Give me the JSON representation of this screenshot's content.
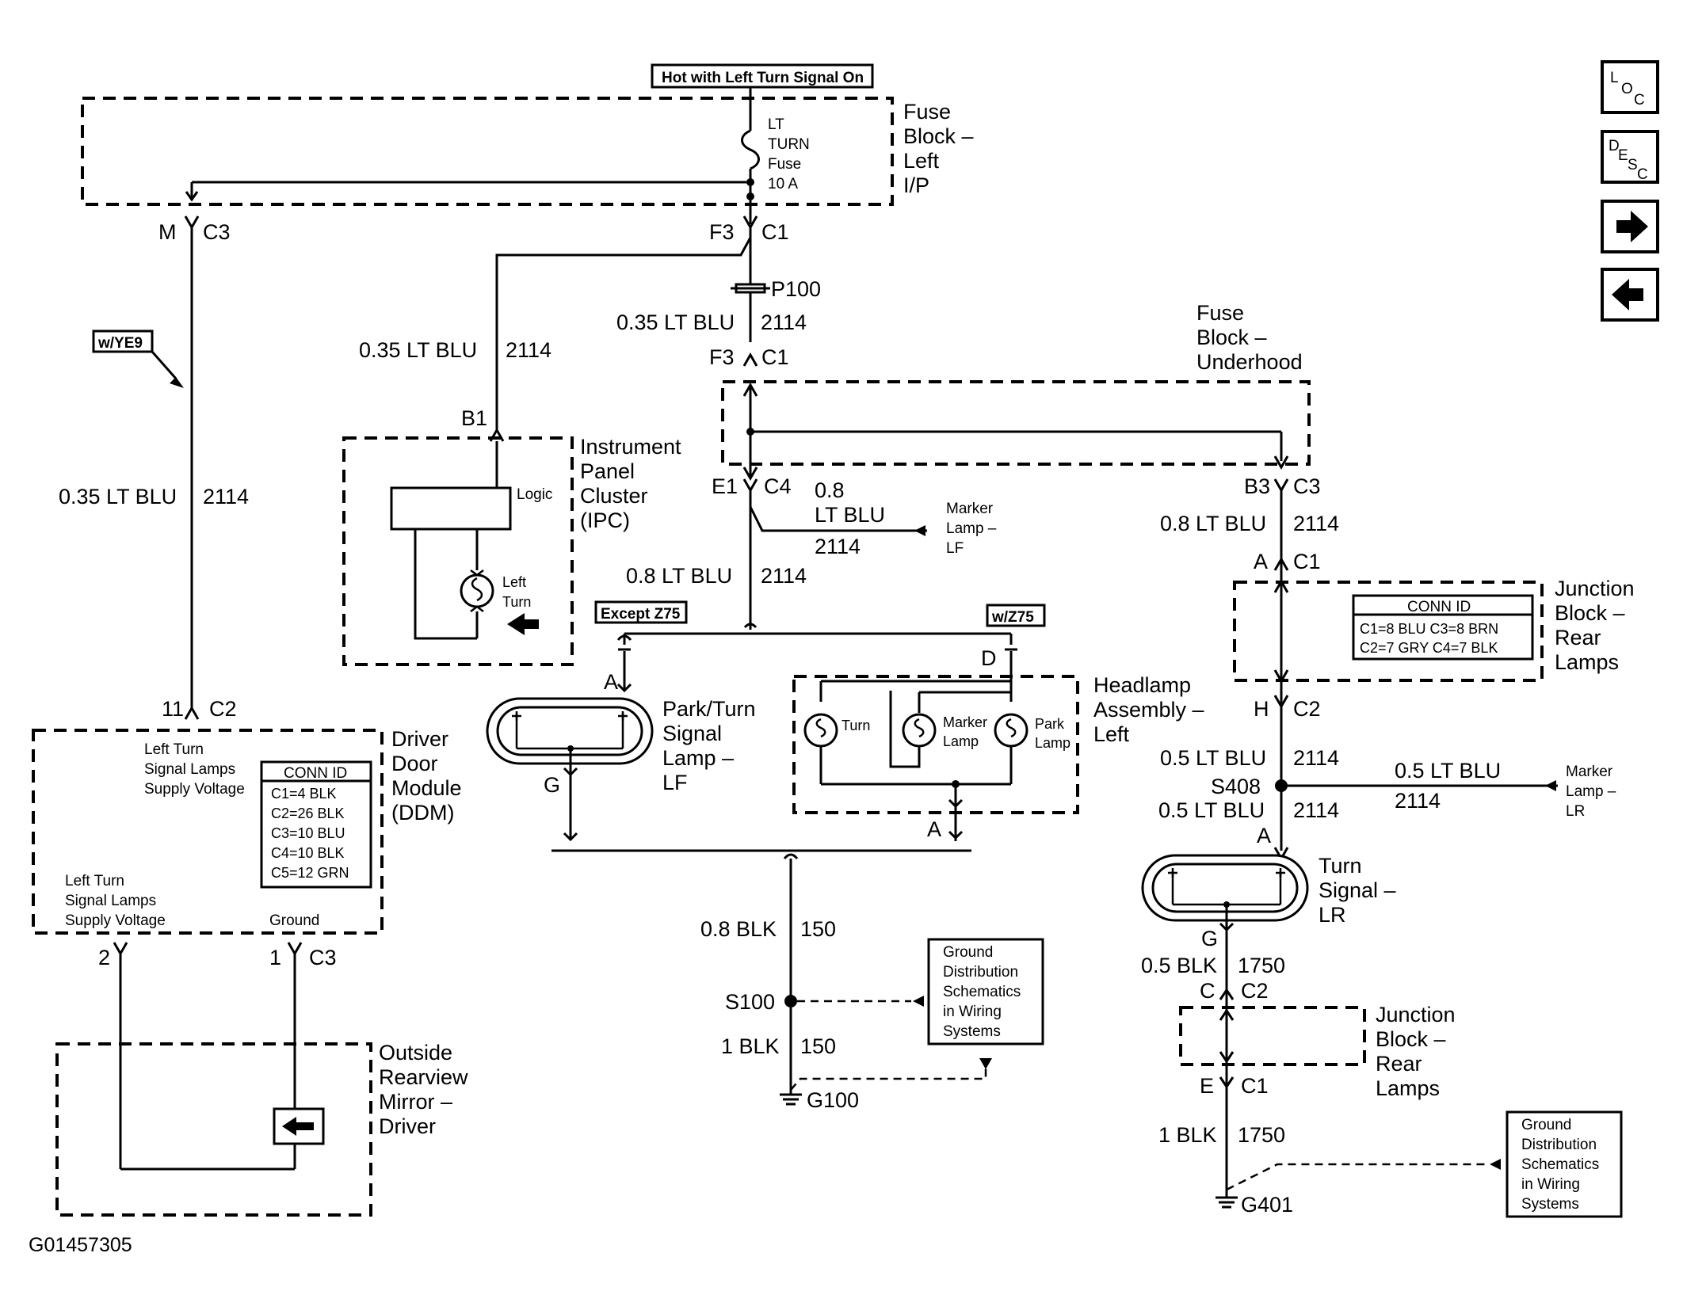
{
  "labels": {
    "hot_note": "Hot with Left Turn Signal On",
    "fuse_block_lip": [
      "Fuse",
      "Block –",
      "Left",
      "I/P"
    ],
    "lt_turn_fuse": [
      "LT",
      "TURN",
      "Fuse",
      "10 A"
    ],
    "conn_m": "M",
    "conn_c3_a": "C3",
    "conn_f3_a": "F3",
    "conn_c1_a": "C1",
    "splice_p100": "P100",
    "wire_035_top_mid": "0.35 LT BLU",
    "wire_2114_top_mid": "2114",
    "conn_f3_b": "F3",
    "conn_c1_b": "C1",
    "fuse_block_underhood": [
      "Fuse",
      "Block –",
      "Underhood"
    ],
    "wire_035_ipc": "0.35 LT BLU",
    "wire_2114_ipc": "2114",
    "conn_b1": "B1",
    "ipc_title": [
      "Instrument",
      "Panel",
      "Cluster",
      "(IPC)"
    ],
    "ipc_logic": "Logic",
    "ipc_left_turn": [
      "Left",
      "Turn"
    ],
    "option_ye9": "w/YE9",
    "wire_035_left": "0.35 LT BLU",
    "wire_2114_left": "2114",
    "conn_e1": "E1",
    "conn_c4": "C4",
    "wire_08_lf_gauge": "0.8",
    "wire_08_lf_color": "LT BLU",
    "wire_08_lf_circuit": "2114",
    "marker_lamp_lf": [
      "Marker",
      "Lamp –",
      "LF"
    ],
    "conn_b3": "B3",
    "conn_c3_b": "C3",
    "wire_08_right": "0.8 LT BLU",
    "wire_2114_right": "2114",
    "conn_a_c1": "A",
    "conn_c1_c": "C1",
    "wire_08_mid": "0.8 LT BLU",
    "wire_2114_mid": "2114",
    "except_z75": "Except Z75",
    "w_z75": "w/Z75",
    "junction_block_top": [
      "Junction",
      "Block –",
      "Rear",
      "Lamps"
    ],
    "conn_id_title": "CONN ID",
    "jb_conn_rows": [
      "C1=8 BLU   C3=8 BRN",
      "C2=7 GRY   C4=7 BLK"
    ],
    "conn_a_park": "A",
    "conn_d": "D",
    "park_turn_lf": [
      "Park/Turn",
      "Signal",
      "Lamp –",
      "LF"
    ],
    "headlamp_assembly": [
      "Headlamp",
      "Assembly –",
      "Left"
    ],
    "turn_label": "Turn",
    "marker_lamp_label": [
      "Marker",
      "Lamp"
    ],
    "park_lamp_label": [
      "Park",
      "Lamp"
    ],
    "conn_g_lf": "G",
    "conn_a_head": "A",
    "conn_11": "11",
    "conn_c2_ddm": "C2",
    "ddm_title": [
      "Driver",
      "Door",
      "Module",
      "(DDM)"
    ],
    "ddm_supply_top": [
      "Left Turn",
      "Signal Lamps",
      "Supply Voltage"
    ],
    "ddm_conn_rows": [
      "C1=4 BLK",
      "C2=26 BLK",
      "C3=10 BLU",
      "C4=10 BLK",
      "C5=12 GRN"
    ],
    "ddm_supply_bottom": [
      "Left Turn",
      "Signal Lamps",
      "Supply Voltage"
    ],
    "ddm_ground": "Ground",
    "conn_2": "2",
    "conn_1": "1",
    "conn_c3_ddm": "C3",
    "mirror_title": [
      "Outside",
      "Rearview",
      "Mirror –",
      "Driver"
    ],
    "conn_h": "H",
    "conn_c2_h": "C2",
    "wire_05_a": "0.5 LT BLU",
    "wire_2114_05a": "2114",
    "splice_s408": "S408",
    "wire_05_lr": "0.5 LT BLU",
    "wire_2114_lr": "2114",
    "marker_lamp_lr": [
      "Marker",
      "Lamp –",
      "LR"
    ],
    "wire_05_b": "0.5 LT BLU",
    "wire_2114_05b": "2114",
    "conn_a_lr": "A",
    "turn_signal_lr": [
      "Turn",
      "Signal –",
      "LR"
    ],
    "conn_g_lr": "G",
    "wire_05_blk": "0.5 BLK",
    "wire_1750_a": "1750",
    "conn_c_jb": "C",
    "conn_c2_jb": "C2",
    "junction_block_bottom": [
      "Junction",
      "Block –",
      "Rear",
      "Lamps"
    ],
    "conn_e_jb": "E",
    "conn_c1_jb": "C1",
    "wire_1_blk_lr": "1 BLK",
    "wire_1750_b": "1750",
    "ground_g401": "G401",
    "ground_dist_right": [
      "Ground",
      "Distribution",
      "Schematics",
      "in Wiring",
      "Systems"
    ],
    "wire_08_blk": "0.8 BLK",
    "wire_150_a": "150",
    "splice_s100": "S100",
    "wire_1_blk": "1 BLK",
    "wire_150_b": "150",
    "ground_g100": "G100",
    "ground_dist_mid": [
      "Ground",
      "Distribution",
      "Schematics",
      "in Wiring",
      "Systems"
    ],
    "figure_id": "G01457305"
  },
  "nav": {
    "loc": [
      "L",
      "O",
      "C"
    ],
    "desc": [
      "D",
      "E",
      "S",
      "C"
    ],
    "next_icon": "arrow-right-icon",
    "prev_icon": "arrow-left-icon"
  }
}
